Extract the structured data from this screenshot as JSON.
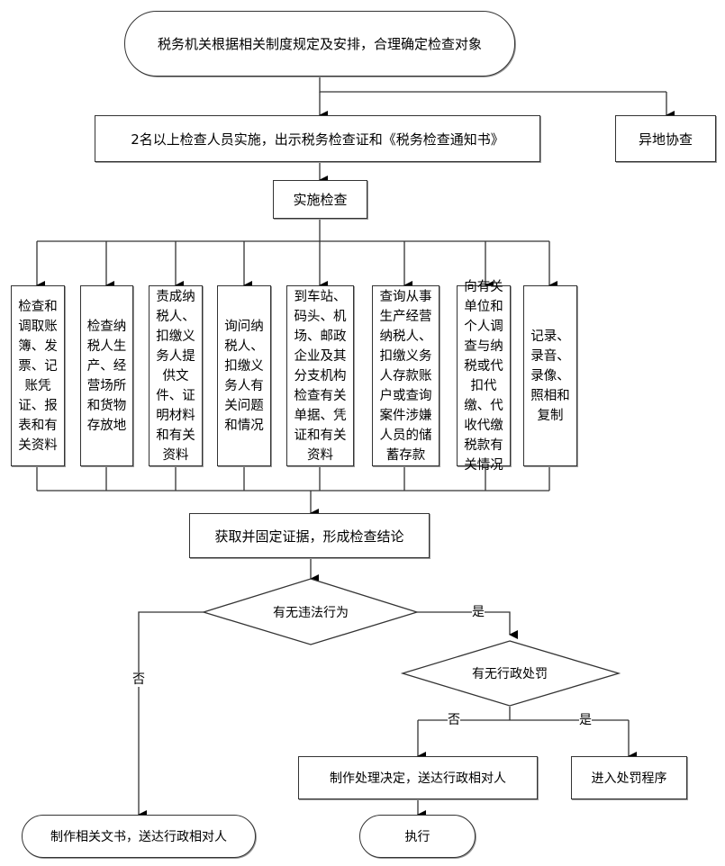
{
  "start": "税务机关根据相关制度规定及安排，合理确定检查对象",
  "step_inspectors": "2名以上检查人员实施，出示税务检查证和《税务检查通知书》",
  "remote_assist": "异地协查",
  "implement": "实施检查",
  "actions": [
    "检查和调取账簿、发票、记账凭证、报表和有关资料",
    "检查纳税人生产、经营场所和货物存放地",
    "责成纳税人、扣缴义务人提供文件、证明材料和有关资料",
    "询问纳税人、扣缴义务人有关问题和情况",
    "到车站、码头、机场、邮政企业及其分支机构检查有关单据、凭证和有关资料",
    "查询从事生产经营纳税人、扣缴义务人存款账户或查询案件涉嫌人员的储蓄存款",
    "向有关单位和个人调查与纳税或代扣代缴、代收代缴税款有关情况",
    "记录、录音、录像、照相和复制"
  ],
  "evidence": "获取并固定证据，形成检查结论",
  "decision_violation": "有无违法行为",
  "decision_penalty": "有无行政处罚",
  "yes": "是",
  "no": "否",
  "make_documents": "制作相关文书，送达行政相对人",
  "handling_decision": "制作处理决定，送达行政相对人",
  "penalty_procedure": "进入处罚程序",
  "execute": "执行"
}
